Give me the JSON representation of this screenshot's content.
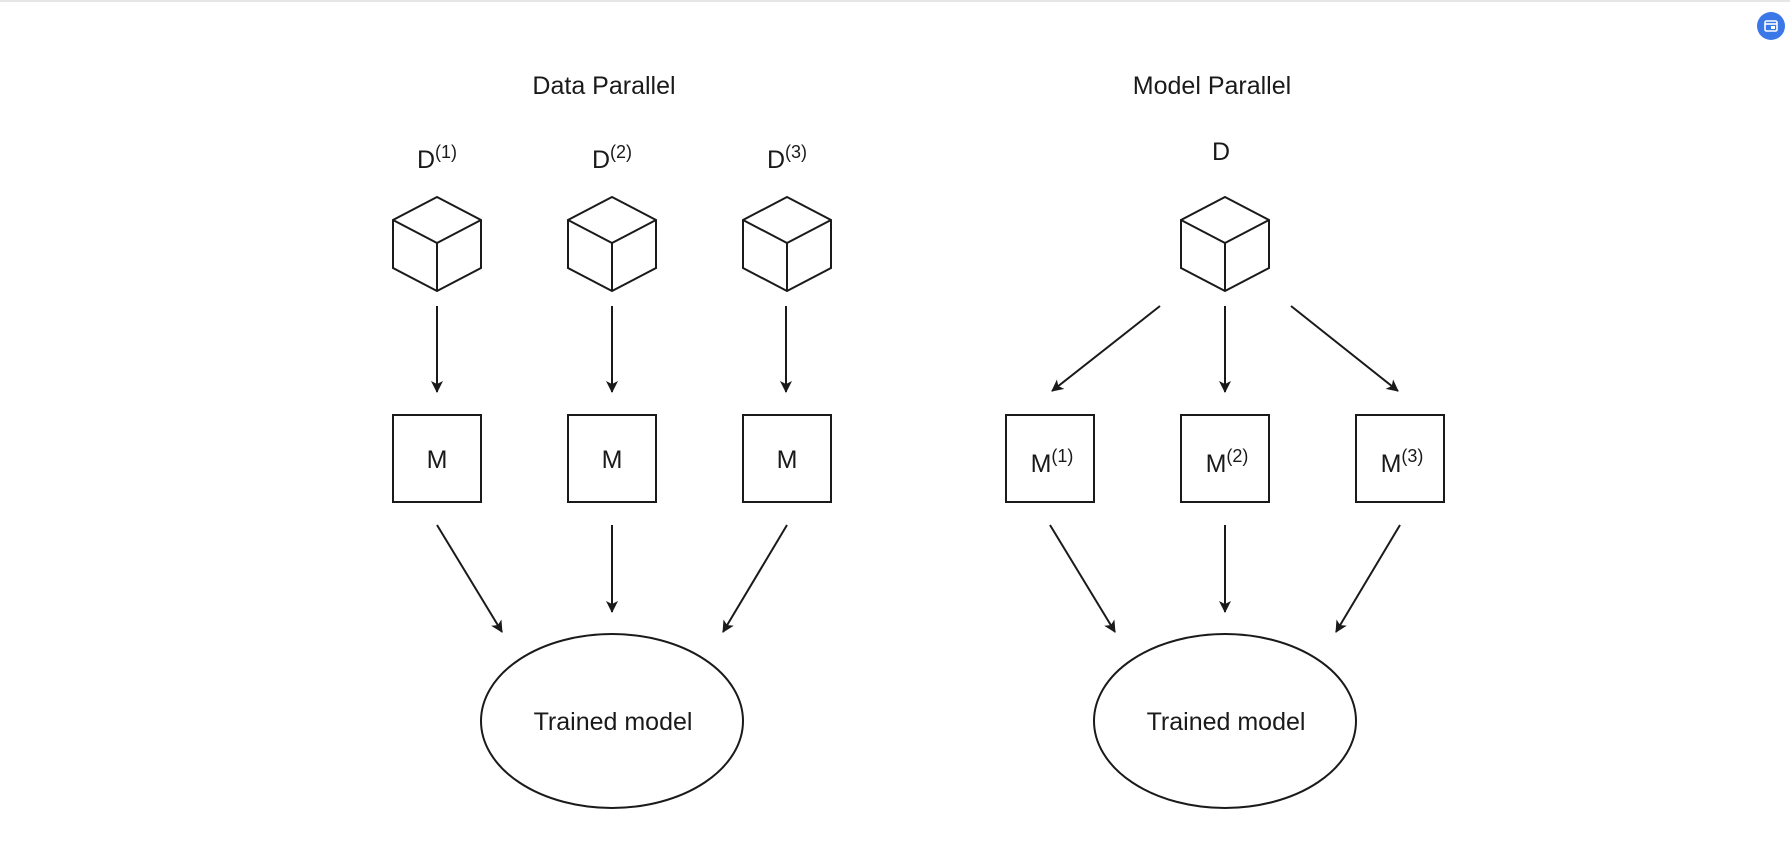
{
  "left_panel": {
    "title": "Data Parallel",
    "datasets": [
      {
        "base": "D",
        "sup": "(1)"
      },
      {
        "base": "D",
        "sup": "(2)"
      },
      {
        "base": "D",
        "sup": "(3)"
      }
    ],
    "models": [
      {
        "base": "M",
        "sup": ""
      },
      {
        "base": "M",
        "sup": ""
      },
      {
        "base": "M",
        "sup": ""
      }
    ],
    "output": "Trained model"
  },
  "right_panel": {
    "title": "Model Parallel",
    "dataset": {
      "base": "D",
      "sup": ""
    },
    "models": [
      {
        "base": "M",
        "sup": "(1)"
      },
      {
        "base": "M",
        "sup": "(2)"
      },
      {
        "base": "M",
        "sup": "(3)"
      }
    ],
    "output": "Trained model"
  },
  "colors": {
    "stroke": "#1a1a1a",
    "corner_button": "#3b78e7"
  },
  "icons": {
    "dataset": "cube-icon",
    "corner_button": "window-icon"
  }
}
